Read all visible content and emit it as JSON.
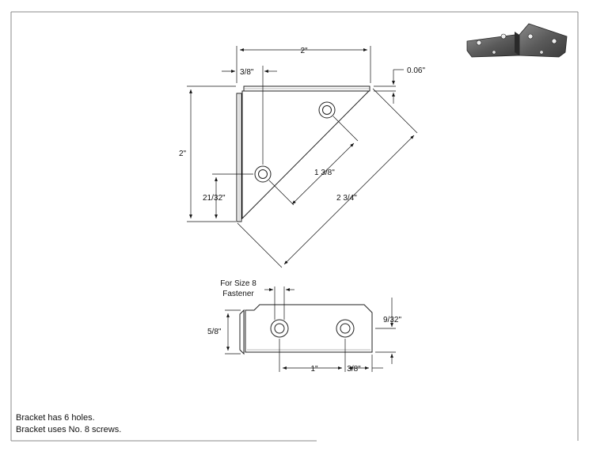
{
  "drawing": {
    "top_view": {
      "width_dim": "2\"",
      "hole_offset_dim": "3/8\"",
      "thickness_dim": "0.06\"",
      "height_dim": "2\"",
      "hole_height_dim": "21/32\"",
      "hole_spacing_dim": "1 3/8\"",
      "diagonal_dim": "2 3/4\""
    },
    "side_view": {
      "fastener_line1": "For Size 8",
      "fastener_line2": "Fastener",
      "height_dim": "5/8\"",
      "hole_height_dim": "9/32\"",
      "hole_spacing_dim": "1\"",
      "end_offset_dim": "3/8\""
    },
    "notes": [
      "Bracket has 6 holes.",
      "Bracket uses No. 8 screws."
    ]
  }
}
